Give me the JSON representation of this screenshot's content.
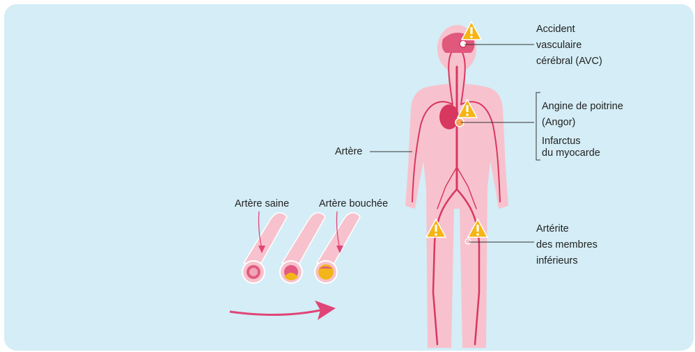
{
  "labels": {
    "avc_line1": "Accident",
    "avc_line2": "vasculaire",
    "avc_line3": "cérébral (AVC)",
    "angor_line1": "Angine de poitrine",
    "angor_line2": "(Angor)",
    "infarctus_line1": "Infarctus",
    "infarctus_line2": "du myocarde",
    "artere": "Artère",
    "arterite_line1": "Artérite",
    "arterite_line2": "des membres",
    "arterite_line3": "inférieurs",
    "artere_saine": "Artère saine",
    "artere_bouchee": "Artère bouchée"
  },
  "colors": {
    "background": "#d4edf6",
    "body": "#f7c2cd",
    "artery": "#d8375f",
    "warning": "#f6b512",
    "plaque": "#f2b61a",
    "arrow": "#e04577"
  },
  "icons": [
    "warning-icon"
  ]
}
